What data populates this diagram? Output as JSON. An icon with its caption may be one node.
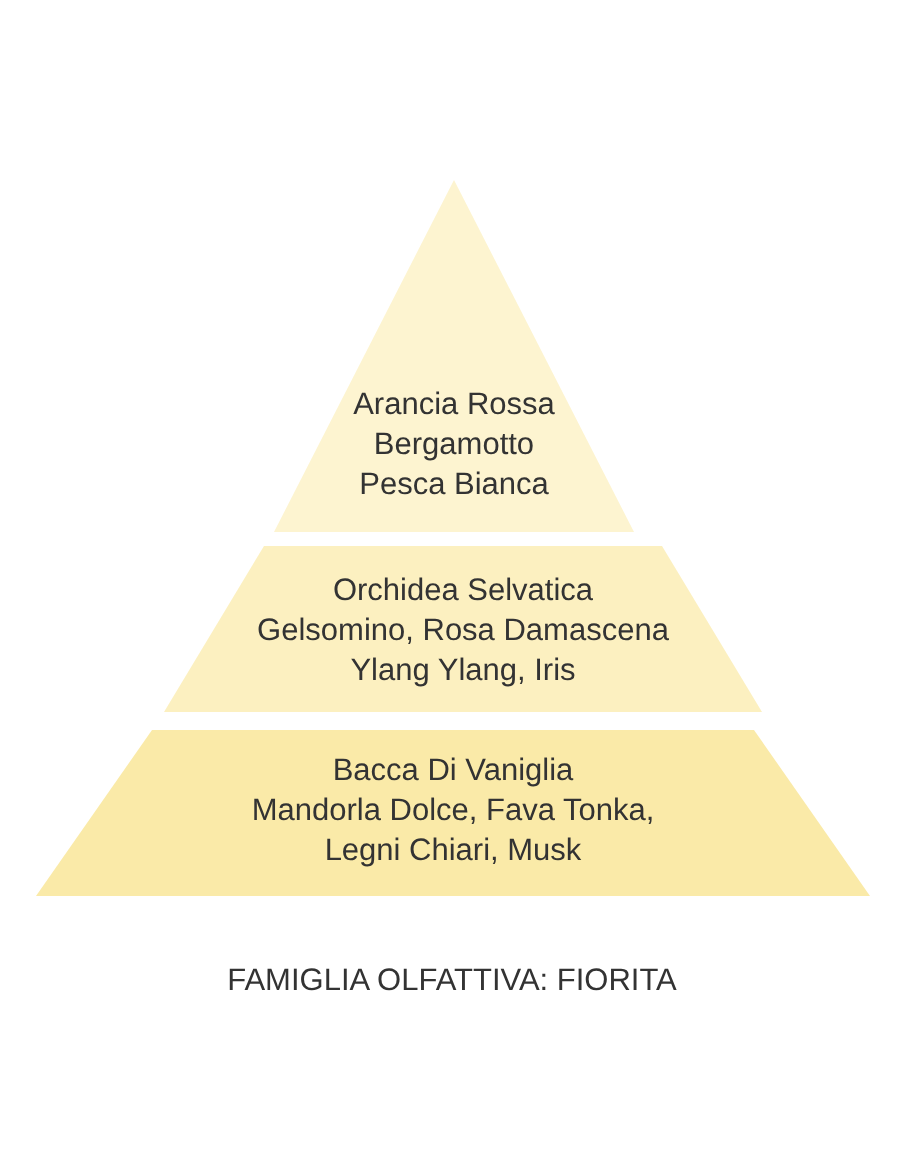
{
  "diagram": {
    "caption": "FAMIGLIA OLFATTIVA: FIORITA",
    "nodes": [
      {
        "text": [
          "Arancia Rossa",
          "Bergamotto",
          "Pesca Bianca"
        ]
      },
      {
        "text": [
          "Orchidea Selvatica",
          "Gelsomino, Rosa Damascena",
          "Ylang Ylang, Iris"
        ]
      },
      {
        "text": [
          "Bacca Di Vaniglia",
          "Mandorla Dolce, Fava Tonka,",
          "Legni Chiari, Musk"
        ]
      }
    ]
  }
}
